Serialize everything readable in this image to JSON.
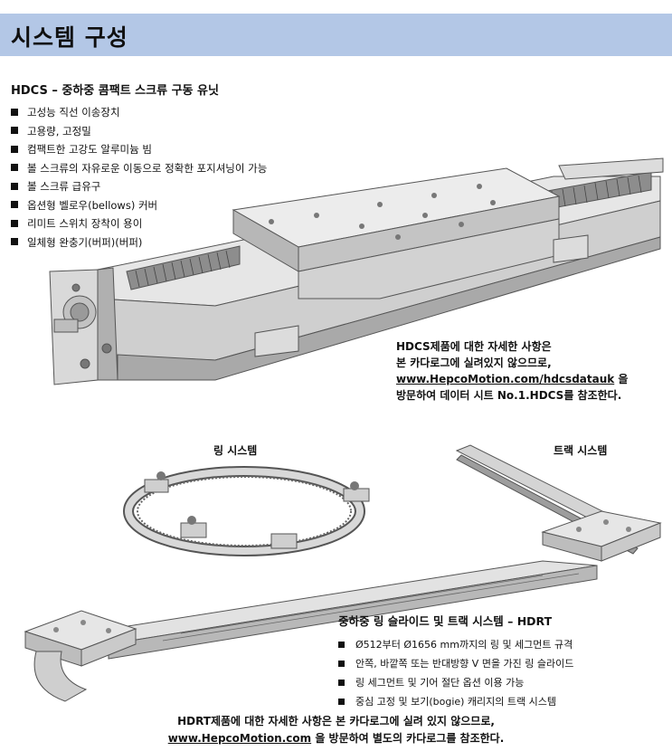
{
  "header": {
    "title": "시스템 구성"
  },
  "hdcs": {
    "subtitle": "HDCS – 중하중 콤팩트 스크류 구동 유닛",
    "bullets": [
      "고성능 직선 이송장치",
      "고용량, 고정밀",
      "컴팩트한 고강도 알루미늄 빔",
      "볼 스크류의 자유로운 이동으로 정확한 포지셔닝이 가능",
      "볼 스크류 급유구",
      "옵션형 벨로우(bellows) 커버",
      "리미트 스위치 장착이 용이",
      "일체형 완충기(버퍼)(버퍼)"
    ],
    "note": {
      "line1": "HDCS제품에 대한 자세한 사항은",
      "line2": "본 카다로그에 실려있지 않으므로,",
      "link": "www.HepcoMotion.com/hdcsdatauk",
      "link_suffix": " 을",
      "line4": "방문하여 데이터 시트 No.1.HDCS를 참조한다."
    }
  },
  "ring_label": "링 시스템",
  "track_label": "트랙 시스템",
  "hdrt": {
    "title": "중하중 링 슬라이드 및 트랙 시스템 – HDRT",
    "bullets": [
      "Ø512부터 Ø1656 mm까지의 링 및 세그먼트 규격",
      "안쪽, 바깥쪽 또는 반대방향 V 면을 가진 링 슬라이드",
      "링 세그먼트 및 기어 절단 옵션 이용 가능",
      "중심 고정 및 보기(bogie) 캐리지의 트랙 시스템"
    ]
  },
  "bottom_note": {
    "line1": "HDRT제품에 대한 자세한 사항은 본 카다로그에 실려 있지 않으므로,",
    "link": "www.HepcoMotion.com",
    "link_suffix": " 을 방문하여 별도의 카다로그를 참조한다."
  },
  "colors": {
    "header_bg": "#b3c7e6",
    "metal_light": "#e4e4e4",
    "metal_mid": "#c9c9c9",
    "metal_dark": "#9a9a9a"
  }
}
